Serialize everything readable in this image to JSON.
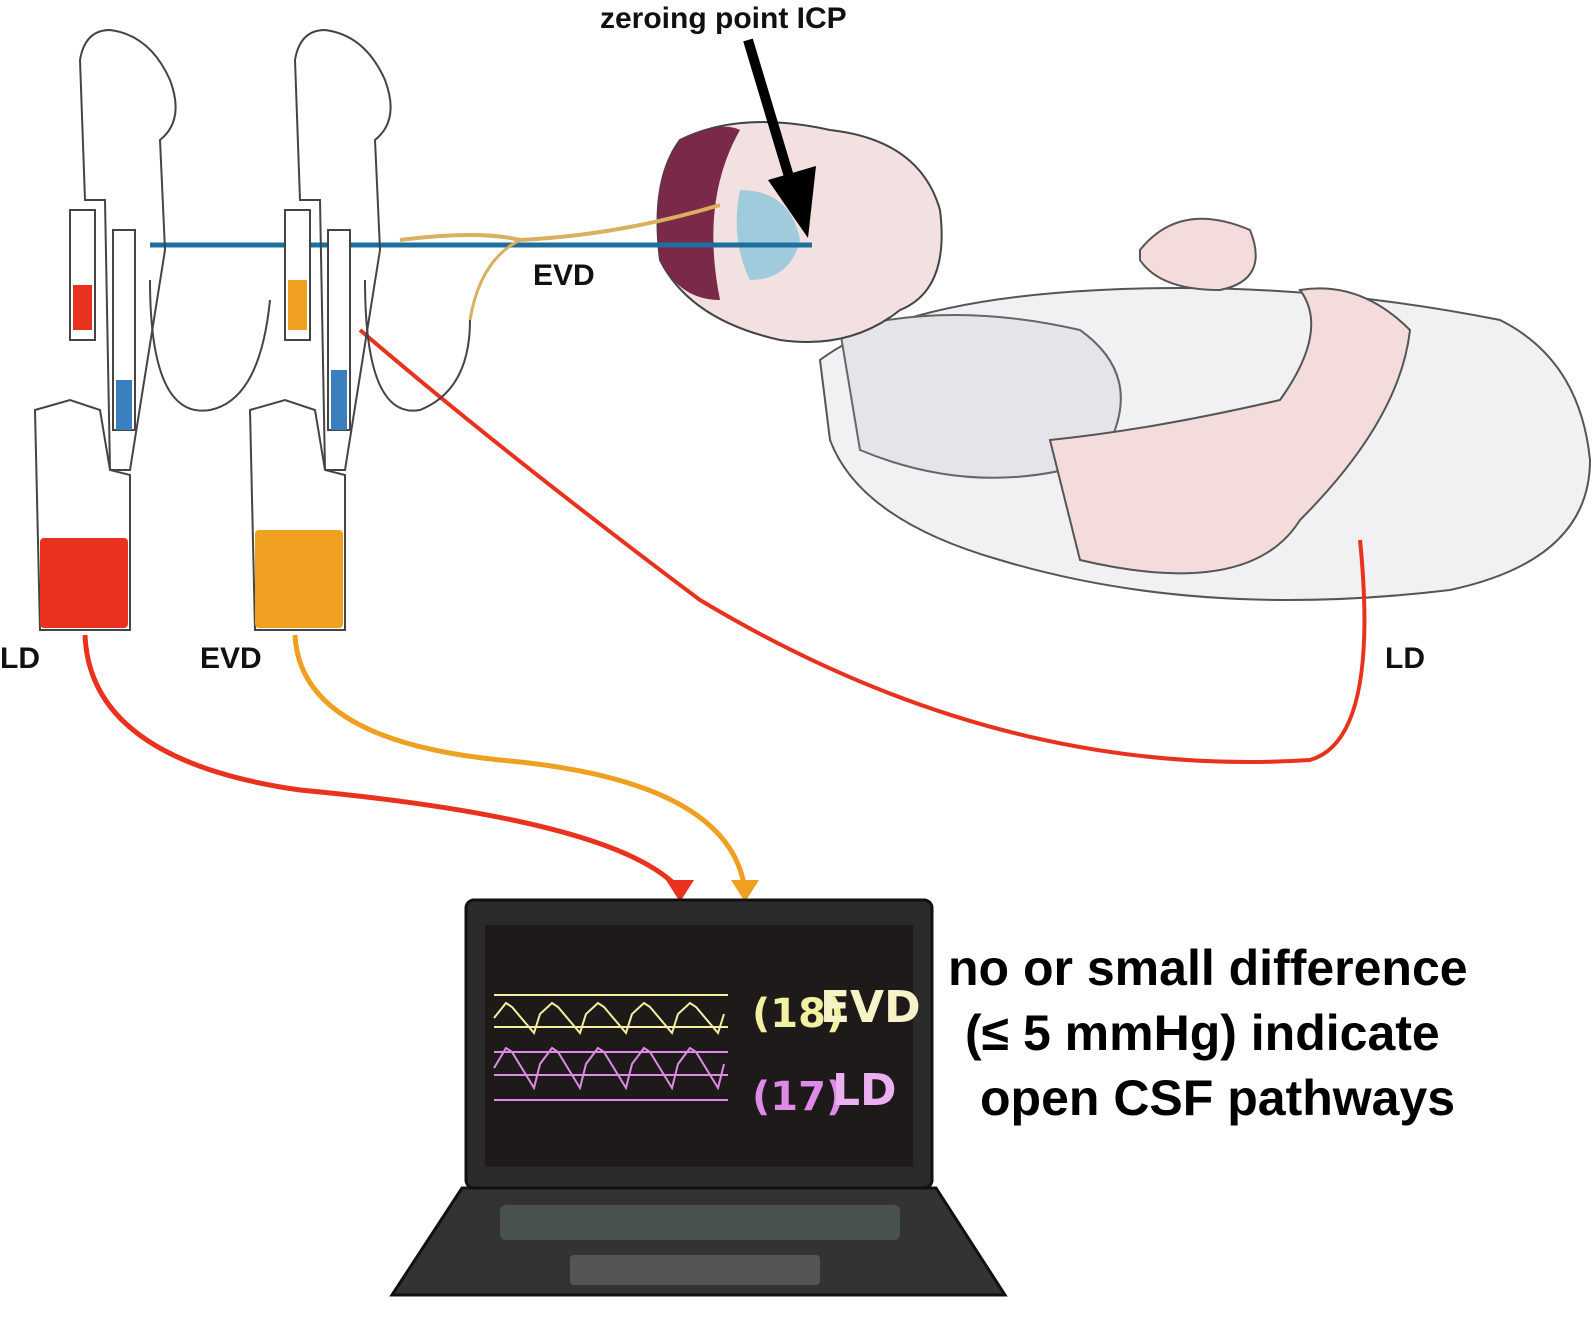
{
  "labels": {
    "zeroing_point": "zeroing point ICP",
    "evd_head": "EVD",
    "ld_left": "LD",
    "evd_left": "EVD",
    "ld_right": "LD"
  },
  "monitor": {
    "evd_value": "(18)",
    "evd_label": "EVD",
    "ld_value": "(17)",
    "ld_label": "LD"
  },
  "caption": {
    "line1": "no or small difference",
    "line2": "(≤ 5 mmHg) indicate",
    "line3": "open CSF pathways"
  },
  "colors": {
    "ld": "#e8321e",
    "evd": "#f0a020",
    "zero_line": "#1e6fa0",
    "monitor_evd": "#f3f0a0",
    "monitor_ld": "#e08ae8"
  }
}
